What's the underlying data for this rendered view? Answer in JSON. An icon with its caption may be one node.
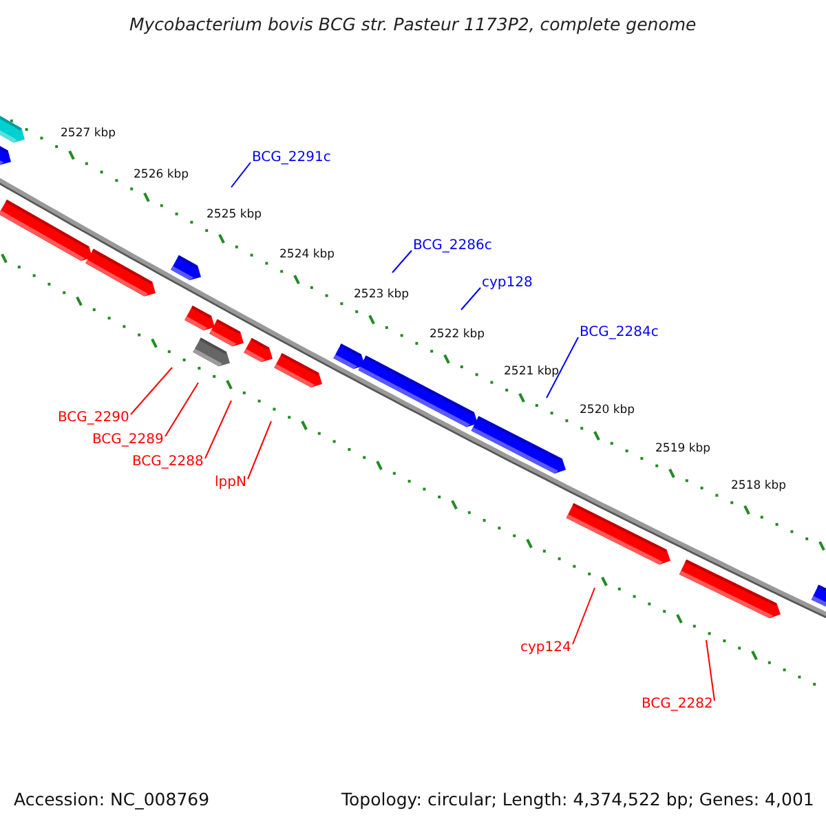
{
  "diagram": {
    "title": "Mycobacterium bovis BCG str. Pasteur 1173P2, complete genome",
    "nodes": [
      {
        "text": [
          "BCG_2291c"
        ]
      },
      {
        "text": [
          "BCG_2286c"
        ]
      },
      {
        "text": [
          "cyp128"
        ]
      },
      {
        "text": [
          "BCG_2284c"
        ]
      },
      {
        "text": [
          "BCG_2290"
        ]
      },
      {
        "text": [
          "BCG_2289"
        ]
      },
      {
        "text": [
          "BCG_2288"
        ]
      },
      {
        "text": [
          "lppN"
        ]
      },
      {
        "text": [
          "cyp124"
        ]
      },
      {
        "text": [
          "BCG_2282"
        ]
      }
    ],
    "edges": [
      {
        "from": 0,
        "to": null,
        "arrow": "none",
        "color": "#0000ff"
      },
      {
        "from": 1,
        "to": null,
        "arrow": "none",
        "color": "#0000ff"
      },
      {
        "from": 2,
        "to": null,
        "arrow": "none",
        "color": "#0000ff"
      },
      {
        "from": 3,
        "to": null,
        "arrow": "none",
        "color": "#0000ff"
      },
      {
        "from": 4,
        "to": null,
        "arrow": "none"
      },
      {
        "from": 5,
        "to": null,
        "arrow": "none"
      },
      {
        "from": 6,
        "to": null,
        "arrow": "none"
      },
      {
        "from": 7,
        "to": null,
        "arrow": "none"
      },
      {
        "from": 8,
        "to": null,
        "arrow": "none"
      },
      {
        "from": 9,
        "to": null,
        "arrow": "none"
      }
    ],
    "labels": [
      "2527 kbp",
      "2526 kbp",
      "2525 kbp",
      "2524 kbp",
      "2523 kbp",
      "2522 kbp",
      "2521 kbp",
      "2520 kbp",
      "2519 kbp",
      "2518 kbp",
      "Accession: NC_008769",
      "Topology: circular; Length: 4,374,522 bp; Genes: 4,001"
    ]
  }
}
